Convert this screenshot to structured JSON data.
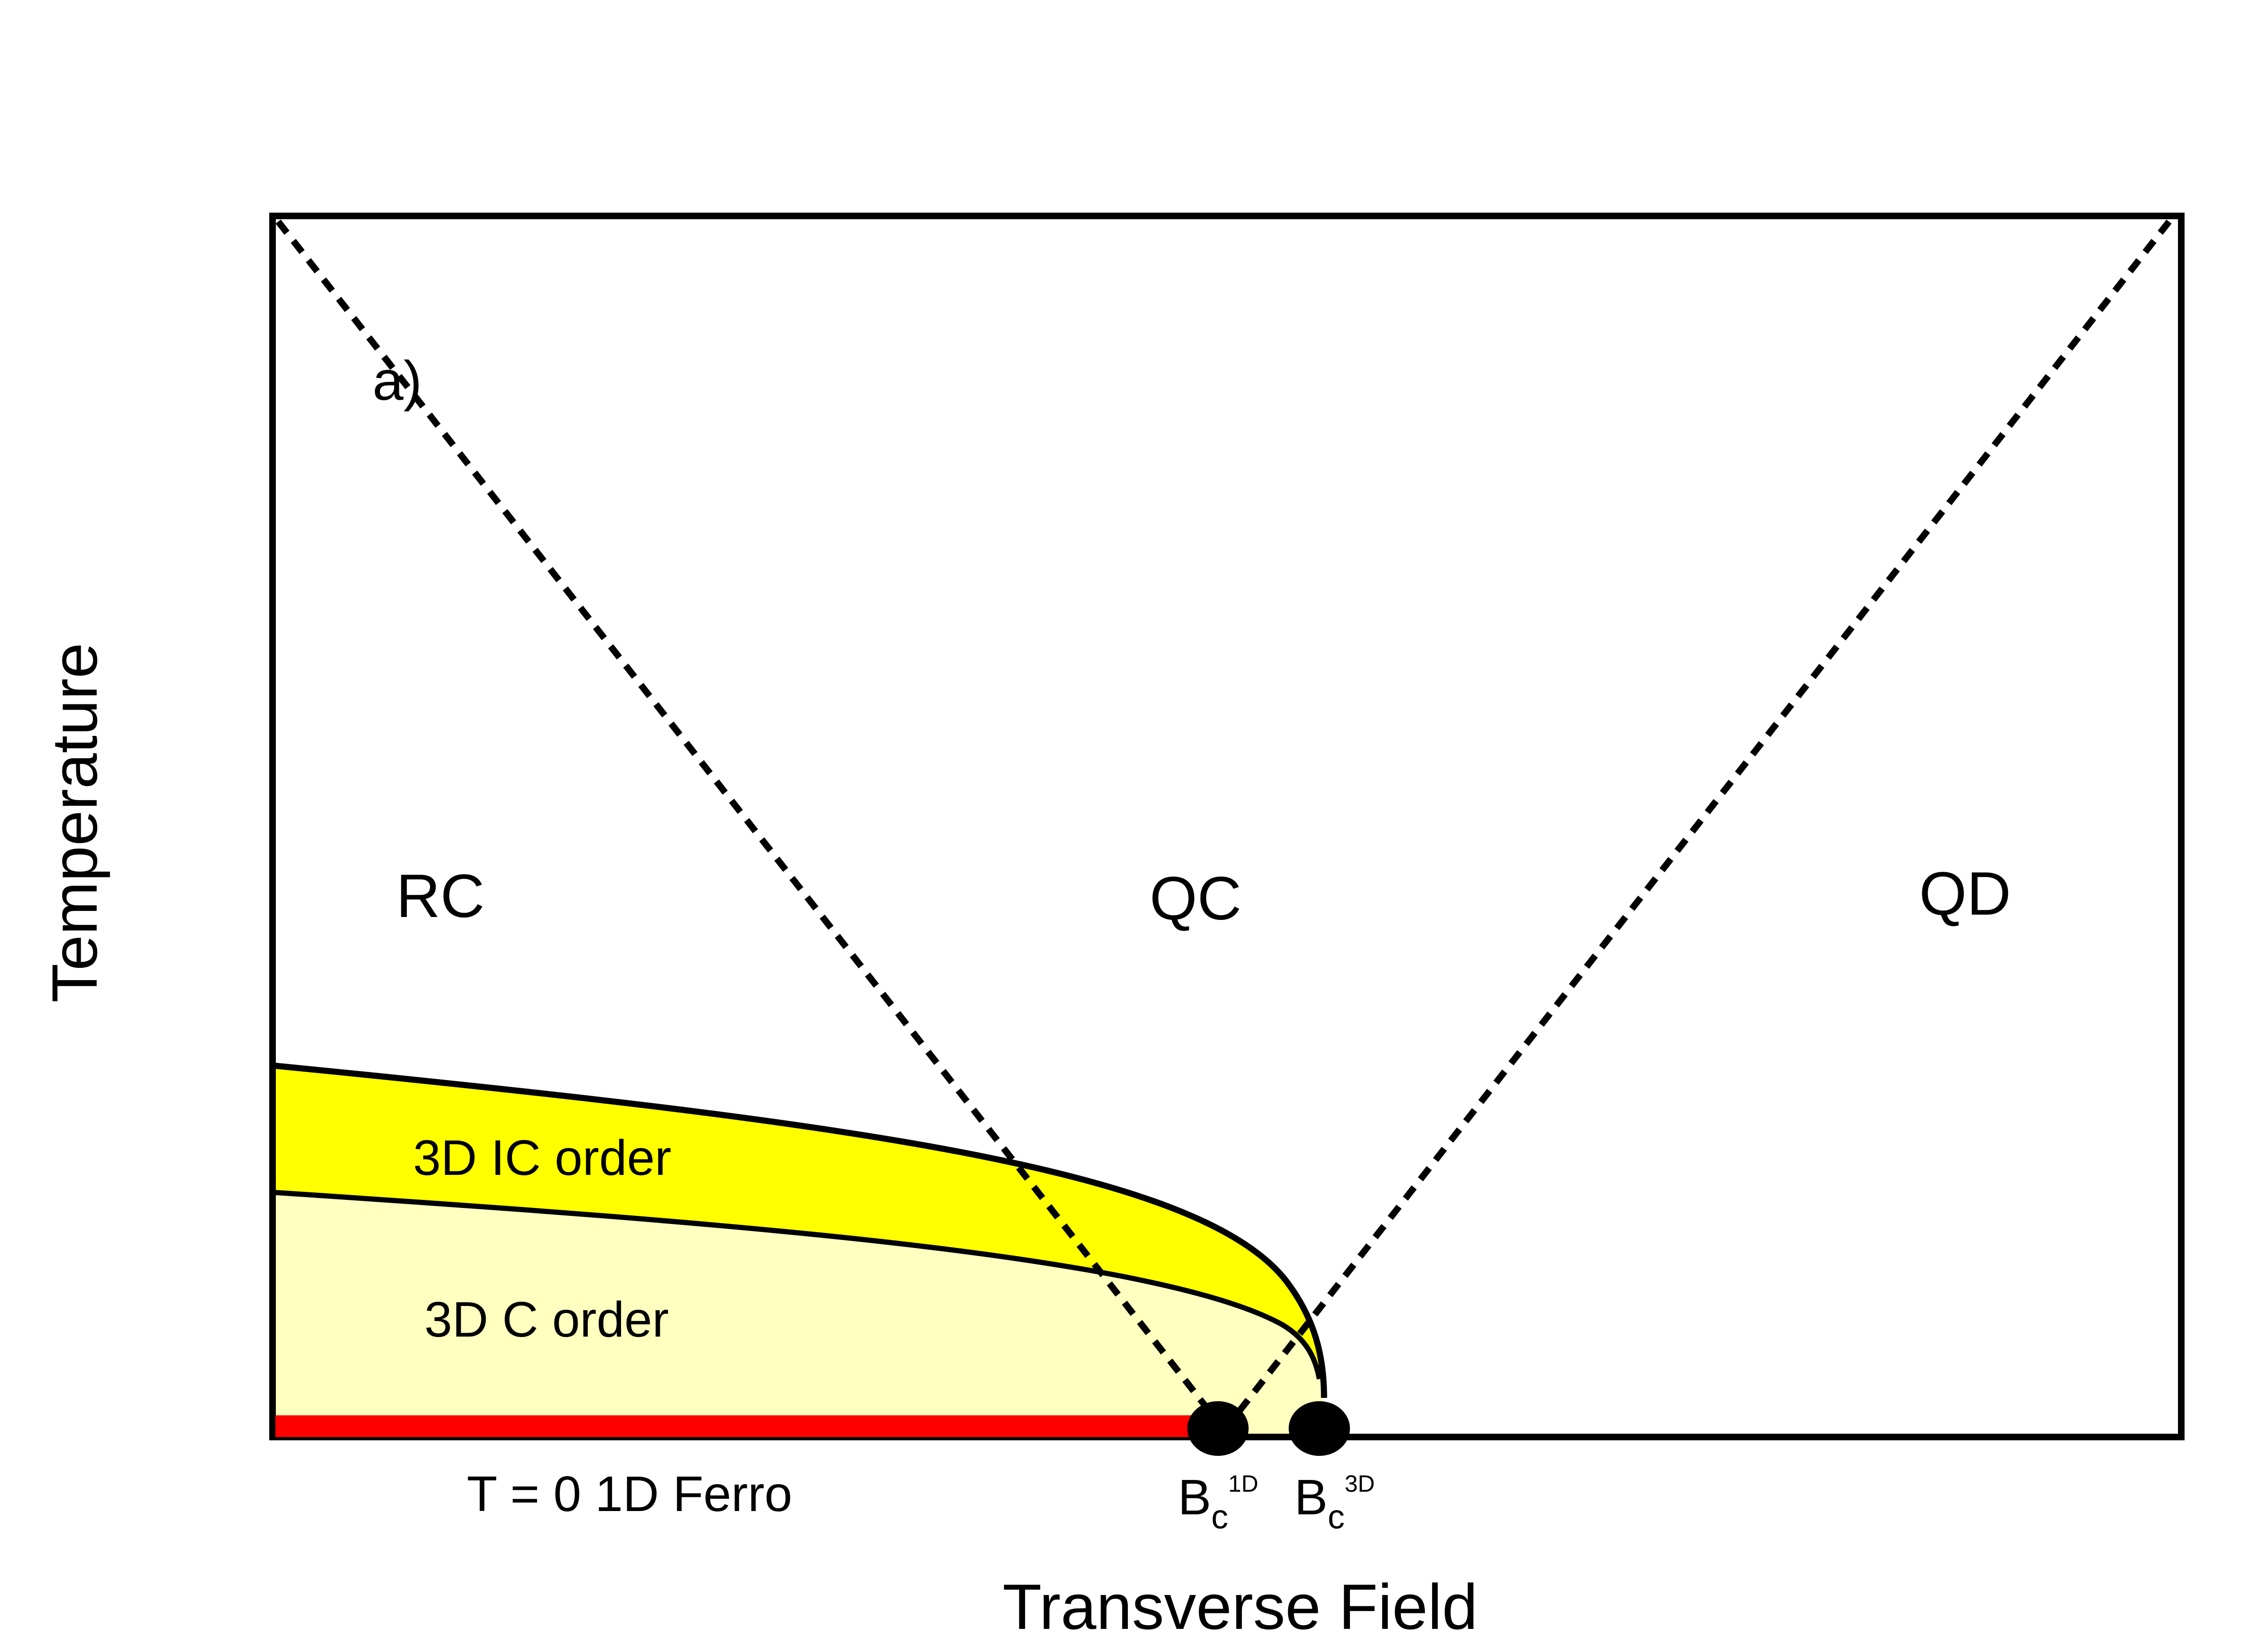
{
  "panel_label": "a)",
  "axes": {
    "xlabel": "Transverse Field",
    "ylabel": "Temperature"
  },
  "regions": {
    "rc": "RC",
    "qc": "QC",
    "qd": "QD",
    "ic_order": "3D IC order",
    "c_order": "3D C order"
  },
  "ground_state_label": "T = 0 1D Ferro",
  "critical_points": [
    {
      "base": "B",
      "sub": "c",
      "sup": "1D"
    },
    {
      "base": "B",
      "sub": "c",
      "sup": "3D"
    }
  ],
  "colors": {
    "ic_order_fill": "#ffff00",
    "c_order_fill": "#ffffc0",
    "ferro_line": "#ff0000",
    "critical_point": "#000000",
    "lines": "#000000"
  }
}
